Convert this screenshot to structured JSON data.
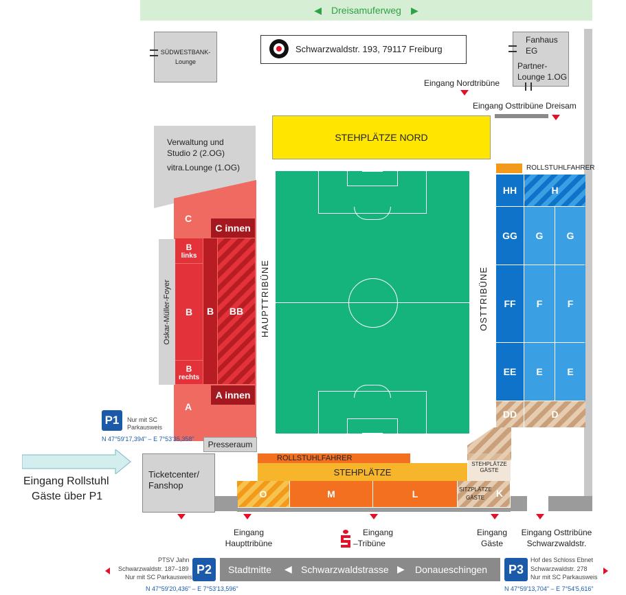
{
  "top_street": {
    "name": "Dreisamuferweg"
  },
  "address": {
    "text": "Schwarzwaldstr. 193, 79117 Freiburg"
  },
  "suedwestbank": {
    "line1": "SÜDWESTBANK-",
    "line2": "Lounge"
  },
  "fanhaus": {
    "line1": "Fanhaus",
    "line2": "EG",
    "line3": "Partner-",
    "line4": "Lounge 1.OG"
  },
  "entrances": {
    "nord": "Eingang  Nordtribüne",
    "ost_dreisam": "Eingang Osttribüne Dreisam",
    "haupt_l1": "Eingang",
    "haupt_l2": "Haupttribüne",
    "s_l1": "Eingang",
    "s_l2": "–Tribüne",
    "gaeste_l1": "Eingang",
    "gaeste_l2": "Gäste",
    "ost_sw_l1": "Eingang Osttribüne",
    "ost_sw_l2": "Schwarzwaldstr."
  },
  "stehplaetze_nord": "STEHPLÄTZE NORD",
  "verwaltung": {
    "l1": "Verwaltung und",
    "l2": "Studio 2 (2.OG)",
    "l3": "vitra.Lounge (1.OG)"
  },
  "foyer": "Oskar-Müller-Foyer",
  "haupttribuene": "HAUPTTRIBÜNE",
  "osttribuene": "OSTTRIBÜNE",
  "west_blocks": {
    "c": "C",
    "c_innen": "C innen",
    "b_links_1": "B",
    "b_links_2": "links",
    "b": "B",
    "b2": "B",
    "bb": "BB",
    "b_rechts_1": "B",
    "b_rechts_2": "rechts",
    "a": "A",
    "a_innen": "A innen"
  },
  "presseraum": "Presseraum",
  "rollstuhlfahrer_east": "ROLLSTUHLFAHRER",
  "east_blocks": {
    "hh": "HH",
    "h": "H",
    "gg": "GG",
    "g1": "G",
    "g2": "G",
    "ff": "FF",
    "f1": "F",
    "f2": "F",
    "ee": "EE",
    "e1": "E",
    "e2": "E",
    "dd": "DD",
    "d": "D"
  },
  "south": {
    "rollstuhl": "ROLLSTUHLFAHRER",
    "steh": "STEHPLÄTZE",
    "o": "O",
    "m": "M",
    "l": "L",
    "steh_gaeste_1": "STEHPLÄTZE",
    "steh_gaeste_2": "GÄSTE",
    "sitz_gaeste_1": "SITZPLÄTZE",
    "sitz_gaeste_2": "GÄSTE",
    "k": "K"
  },
  "ticketcenter": {
    "l1": "Ticketcenter/",
    "l2": "Fanshop"
  },
  "p1": {
    "badge": "P1",
    "note1": "Nur mit SC",
    "note2": "Parkausweis",
    "coords": "N 47°59'17,394\" – E 7°53'35,358\""
  },
  "wheelchair": {
    "l1": "Eingang Rollstuhl",
    "l2": "Gäste über P1"
  },
  "p2": {
    "badge": "P2",
    "l1": "PTSV Jahn",
    "l2": "Schwarzwaldstr. 187–189",
    "l3": "Nur mit SC Parkausweis",
    "coords": "N 47°59'20,436\" – E 7°53'13,596\""
  },
  "p3": {
    "badge": "P3",
    "l1": "Hof des Schloss Ebnet",
    "l2": "Schwarzwaldstr. 278",
    "l3": "Nur mit SC Parkausweis",
    "coords": "N 47°59'13,704\" – E 7°54'5,616\""
  },
  "bottom_road": {
    "left": "Stadtmitte",
    "center": "Schwarzwaldstrasse",
    "right": "Donaueschingen"
  },
  "colors": {
    "pitch": "#15b47c",
    "red": "#e3323a",
    "dark_red": "#b81d24",
    "yellow": "#ffe600",
    "blue": "#0f74c9",
    "light_blue": "#3aa0e3",
    "orange": "#f37021",
    "road": "#8a8a8a",
    "accent": "#1a5aa8"
  }
}
